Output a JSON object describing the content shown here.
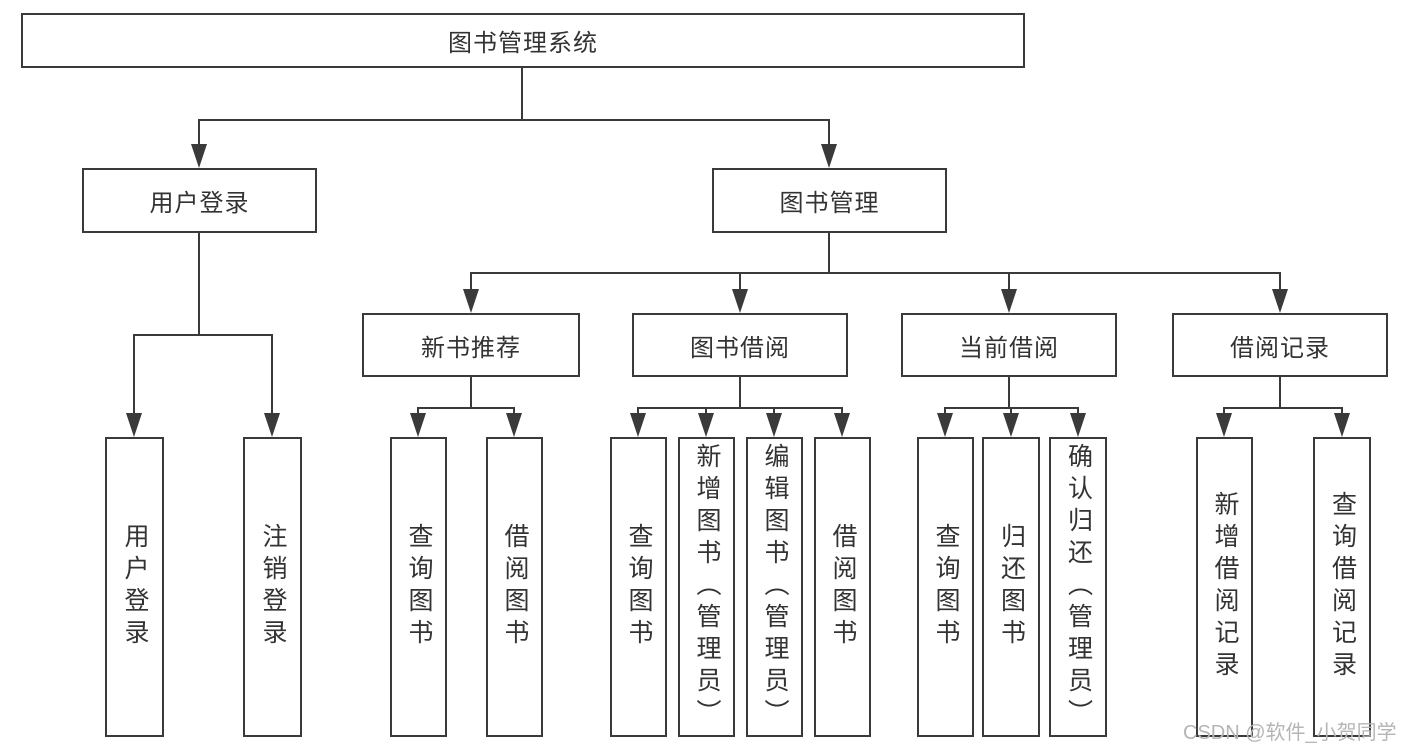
{
  "colors": {
    "line": "#3a3a3a",
    "text": "#333333",
    "background": "#ffffff",
    "watermark": "#b5b5b5"
  },
  "watermark": "CSDN @软件_小贺同学",
  "tree": {
    "root": {
      "label": "图书管理系统",
      "children": [
        {
          "label": "用户登录",
          "children": [
            {
              "label": "用户登录"
            },
            {
              "label": "注销登录"
            }
          ]
        },
        {
          "label": "图书管理",
          "children": [
            {
              "label": "新书推荐",
              "children": [
                {
                  "label": "查询图书"
                },
                {
                  "label": "借阅图书"
                }
              ]
            },
            {
              "label": "图书借阅",
              "children": [
                {
                  "label": "查询图书"
                },
                {
                  "label": "新增图书（管理员）"
                },
                {
                  "label": "编辑图书（管理员）"
                },
                {
                  "label": "借阅图书"
                }
              ]
            },
            {
              "label": "当前借阅",
              "children": [
                {
                  "label": "查询图书"
                },
                {
                  "label": "归还图书"
                },
                {
                  "label": "确认归还（管理员）"
                }
              ]
            },
            {
              "label": "借阅记录",
              "children": [
                {
                  "label": "新增借阅记录"
                },
                {
                  "label": "查询借阅记录"
                }
              ]
            }
          ]
        }
      ]
    }
  }
}
